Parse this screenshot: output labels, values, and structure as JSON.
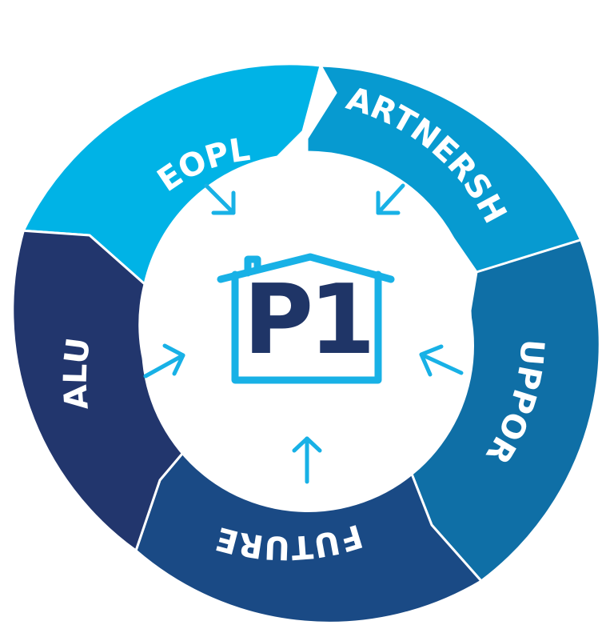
{
  "logo": {
    "text": "P1",
    "house_color": "#18b1e6",
    "text_color": "#1f3567"
  },
  "arrow_color": "#18b1e6",
  "segments": [
    {
      "key": "people",
      "label": "PEOPLE",
      "color": "#00b3e6"
    },
    {
      "key": "partnership",
      "label": "PARTNERSHIP",
      "color": "#079ad0"
    },
    {
      "key": "support",
      "label": "SUPPORT",
      "color": "#0f6fa6"
    },
    {
      "key": "future",
      "label": "FUTURE",
      "color": "#1a4a85"
    },
    {
      "key": "value",
      "label": "VALUE",
      "color": "#22366d"
    }
  ]
}
